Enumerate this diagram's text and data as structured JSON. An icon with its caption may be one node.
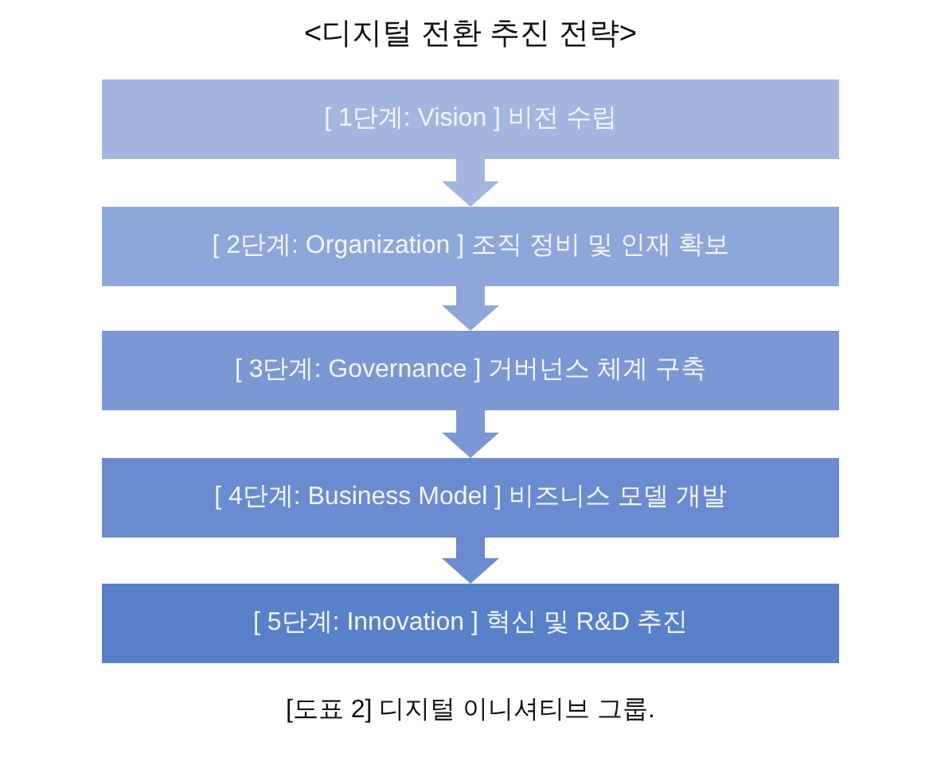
{
  "diagram": {
    "title": "<디지털 전환 추진 전략>",
    "caption": "[도표 2] 디지털 이니셔티브 그룹.",
    "nodes": [
      {
        "text": [
          "[ 1단계: Vision ] 비전 수립"
        ]
      },
      {
        "text": [
          "[ 2단계: Organization ] 조직 정비 및 인재 확보"
        ]
      },
      {
        "text": [
          "[ 3단계: Governance ] 거버넌스 체계 구축"
        ]
      },
      {
        "text": [
          "[ 4단계: Business Model ] 비즈니스 모델 개발"
        ]
      },
      {
        "text": [
          "[ 5단계: Innovation ] 혁신 및 R&D 추진"
        ]
      }
    ],
    "edges": [
      {
        "from": 0,
        "to": 1,
        "arrow": "to"
      },
      {
        "from": 1,
        "to": 2,
        "arrow": "to"
      },
      {
        "from": 2,
        "to": 3,
        "arrow": "to"
      },
      {
        "from": 3,
        "to": 4,
        "arrow": "to"
      }
    ]
  }
}
